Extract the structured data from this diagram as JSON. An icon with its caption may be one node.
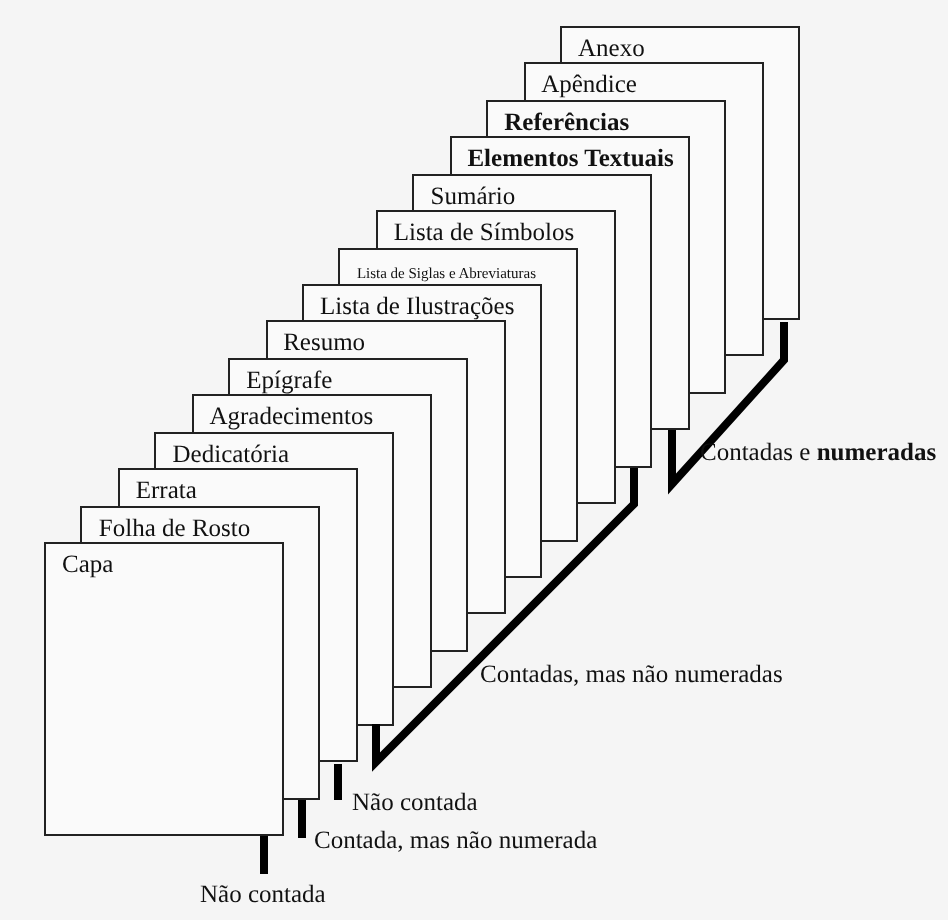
{
  "diagram": {
    "nodes": [
      {
        "text": [
          "Capa"
        ]
      },
      {
        "text": [
          "Folha de Rosto"
        ]
      },
      {
        "text": [
          "Errata"
        ]
      },
      {
        "text": [
          "Dedicatória"
        ]
      },
      {
        "text": [
          "Agradecimentos"
        ]
      },
      {
        "text": [
          "Epígrafe"
        ]
      },
      {
        "text": [
          "Resumo"
        ]
      },
      {
        "text": [
          "Lista de Ilustrações"
        ]
      },
      {
        "text": [
          "Lista de Siglas e Abreviaturas"
        ]
      },
      {
        "text": [
          "Lista de Símbolos"
        ]
      },
      {
        "text": [
          "Sumário"
        ]
      },
      {
        "text": [
          "Elementos Textuais"
        ]
      },
      {
        "text": [
          "Referências"
        ]
      },
      {
        "text": [
          "Apêndice"
        ]
      },
      {
        "text": [
          "Anexo"
        ]
      }
    ],
    "labels": [
      "Contadas e **numeradas**",
      "Contadas, mas não numeradas",
      "Não contada",
      "Contada, mas não numerada",
      "Não contada"
    ]
  }
}
